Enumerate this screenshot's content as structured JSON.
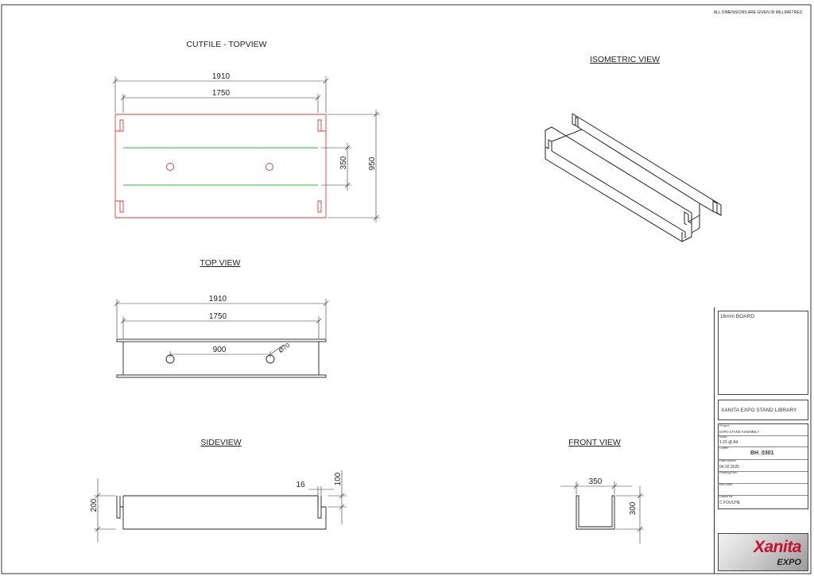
{
  "sheet": {
    "note": "ALL DIMENSIONS ARE GIVEN IN MILLIMETRES"
  },
  "views": {
    "cutfile": {
      "title": "CUTFILE - TOPVIEW",
      "dim_overall": "1910",
      "dim_inner": "1750",
      "dim_mid": "350",
      "dim_height": "950"
    },
    "isometric": {
      "title": "ISOMETRIC VIEW"
    },
    "top": {
      "title": "TOP VIEW",
      "dim_overall": "1910",
      "dim_inner": "1750",
      "dim_holes": "900",
      "dim_dia": "Ø70"
    },
    "side": {
      "title": "SIDEVIEW",
      "dim_height": "200",
      "dim_thickness": "16",
      "dim_slot": "100"
    },
    "front": {
      "title": "FRONT VIEW",
      "dim_width": "350",
      "dim_height": "300"
    }
  },
  "title_block": {
    "material": "16mm BOARD",
    "library": "XANITA EXPO STAND LIBRARY",
    "project_label": "Project:",
    "project_value": "EXPO STAND ASSEMBLY",
    "scale_label": "Scale:",
    "scale_value": "1:25 @ A4",
    "cutfile_label": "Cutfile:",
    "cutfile_value": "BH_0301",
    "date_label": "Date Issued:",
    "date_value": "04.02.2025",
    "drawing_rev_label": "Drawing Rev:",
    "rev_date_label": "Rev Date:",
    "drawn_label": "Drawn By:",
    "drawn_value": "C FOUCHE",
    "logo_main": "Xanita",
    "logo_sub": "EXPO"
  },
  "colors": {
    "cut_line": "#e0393e",
    "fold_line": "#2fb33a",
    "logo_red": "#c8102e"
  }
}
